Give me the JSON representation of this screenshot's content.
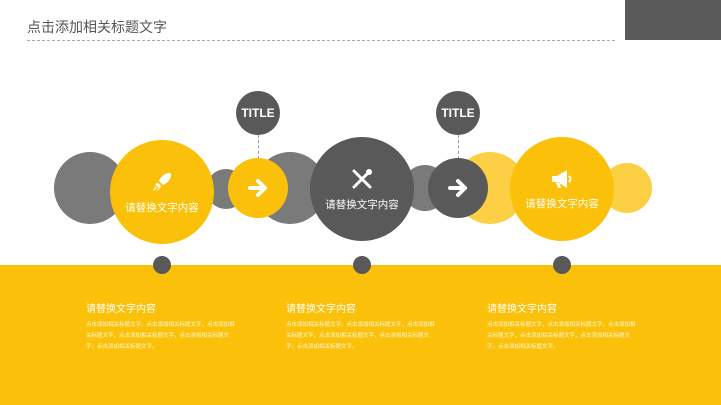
{
  "header": {
    "title": "点击添加相关标题文字"
  },
  "colors": {
    "yellow": "#FBC10A",
    "light_yellow": "#FDCF45",
    "dark": "#595959",
    "gray": "#7a7a7a"
  },
  "steps": [
    {
      "label": "请替换文字内容",
      "icon": "rocket-icon"
    },
    {
      "label": "请替换文字内容",
      "icon": "tools-icon"
    },
    {
      "label": "请替换文字内容",
      "icon": "megaphone-icon"
    }
  ],
  "connectors": [
    {
      "title": "TITLE",
      "icon": "arrow-right-icon"
    },
    {
      "title": "TITLE",
      "icon": "arrow-right-icon"
    }
  ],
  "sections": [
    {
      "heading": "请替换文字内容",
      "body": "点击添加相关标题文字，点击添加相关标题文字，点击添加相关标题文字，点击添加相关标题文字，点击添加相关标题文字，点击添加相关标题文字。"
    },
    {
      "heading": "请替换文字内容",
      "body": "点击添加相关标题文字，点击添加相关标题文字，点击添加相关标题文字，点击添加相关标题文字，点击添加相关标题文字，点击添加相关标题文字。"
    },
    {
      "heading": "请替换文字内容",
      "body": "点击添加相关标题文字，点击添加相关标题文字，点击添加相关标题文字，点击添加相关标题文字，点击添加相关标题文字，点击添加相关标题文字。"
    }
  ]
}
